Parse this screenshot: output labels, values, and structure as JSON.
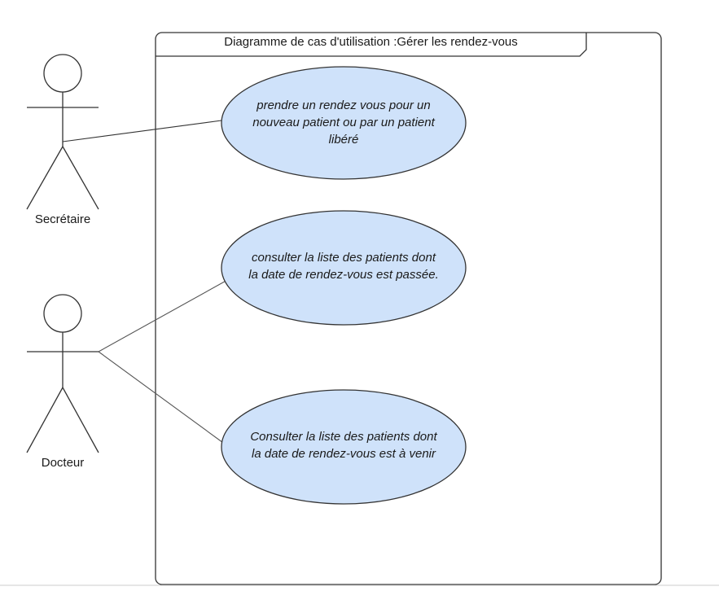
{
  "diagram": {
    "frame_title": "Diagramme de cas d'utilisation :Gérer les rendez-vous",
    "actors": [
      {
        "id": "secretaire",
        "name": "Secrétaire"
      },
      {
        "id": "docteur",
        "name": "Docteur"
      }
    ],
    "use_cases": [
      {
        "id": "uc1",
        "lines": [
          "prendre un rendez vous pour un",
          "nouveau patient ou par un patient",
          "libéré"
        ]
      },
      {
        "id": "uc2",
        "lines": [
          "consulter la liste des patients dont",
          "la date de rendez-vous est passée."
        ]
      },
      {
        "id": "uc3",
        "lines": [
          "Consulter la liste des patients dont",
          "la date de rendez-vous est à venir"
        ]
      }
    ],
    "associations": [
      {
        "actor": "secretaire",
        "use_case": "uc1"
      },
      {
        "actor": "docteur",
        "use_case": "uc2"
      },
      {
        "actor": "docteur",
        "use_case": "uc3"
      }
    ],
    "colors": {
      "use_case_fill": "#cfe2fa",
      "stroke": "#333333"
    }
  }
}
